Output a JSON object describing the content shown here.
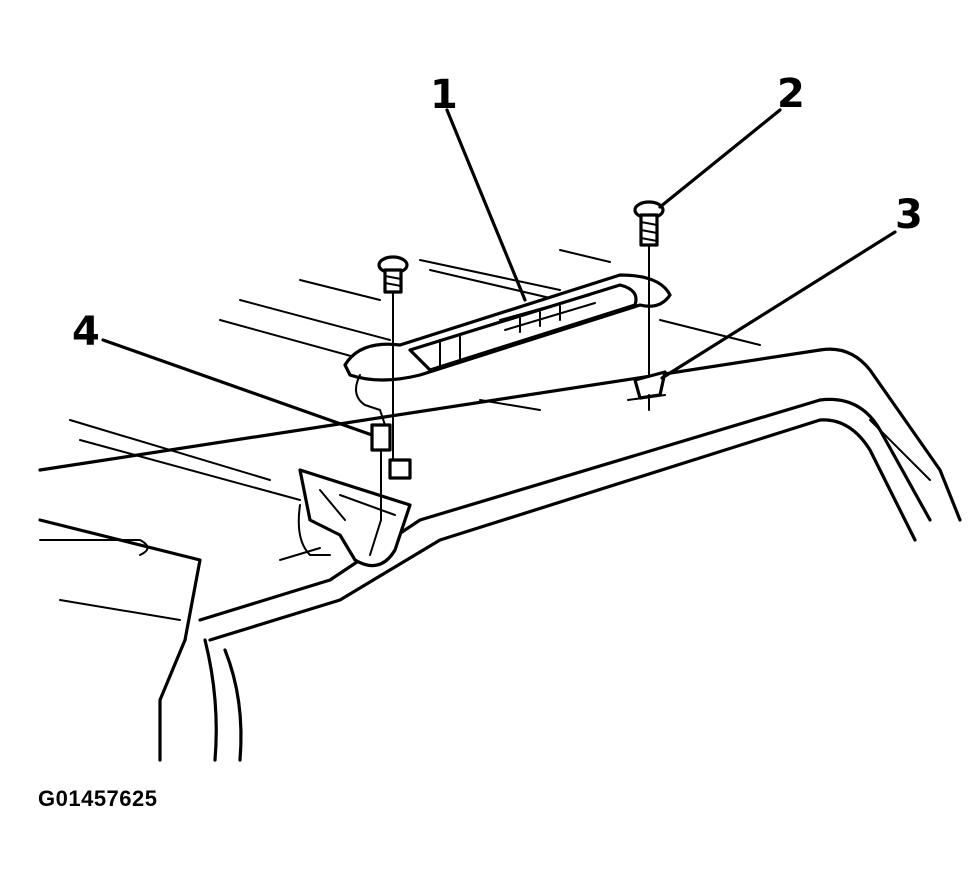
{
  "diagram": {
    "callouts": [
      {
        "id": "1",
        "label": "1"
      },
      {
        "id": "2",
        "label": "2"
      },
      {
        "id": "3",
        "label": "3"
      },
      {
        "id": "4",
        "label": "4"
      }
    ],
    "figure_id": "G01457625"
  }
}
